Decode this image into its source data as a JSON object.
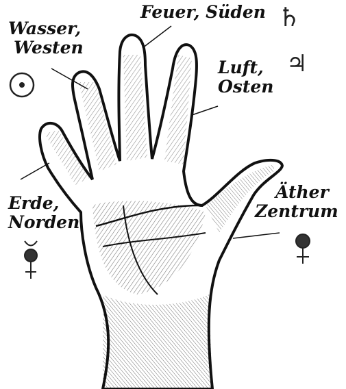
{
  "colors": {
    "ink": "#111111",
    "skin": "#ffffff",
    "symbol_fill": "#333333",
    "background": "#ffffff"
  },
  "labels": {
    "fire": {
      "line1": "Feuer, Süden"
    },
    "water": {
      "line1": "Wasser,",
      "line2": "Westen"
    },
    "air": {
      "line1": "Luft,",
      "line2": "Osten"
    },
    "earth": {
      "line1": "Erde,",
      "line2": "Norden"
    },
    "ether": {
      "line1": "Äther",
      "line2": "Zentrum"
    }
  },
  "symbols": {
    "saturn": {
      "icon": "saturn-icon",
      "glyph": "♄"
    },
    "jupiter": {
      "icon": "jupiter-icon",
      "glyph": "♃"
    },
    "sun": {
      "icon": "sun-icon",
      "glyph": "☉"
    },
    "mercury": {
      "icon": "mercury-icon",
      "glyph": "☿"
    },
    "venus": {
      "icon": "venus-icon",
      "glyph": "♀"
    }
  }
}
